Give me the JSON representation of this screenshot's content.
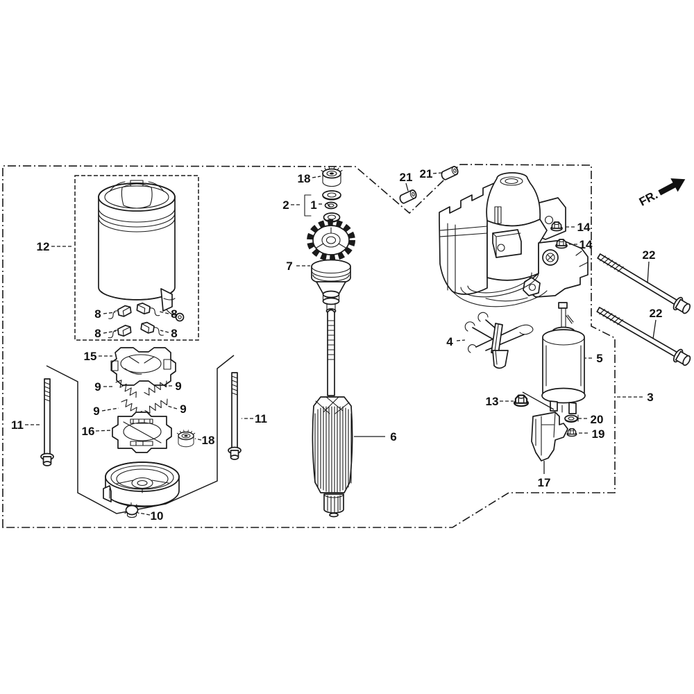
{
  "colors": {
    "ink": "#1a1a1a",
    "background": "#ffffff"
  },
  "orientation": {
    "front_marker": "FR."
  },
  "labels": {
    "n1": "1",
    "n2": "2",
    "n3": "3",
    "n4": "4",
    "n5": "5",
    "n6": "6",
    "n7": "7",
    "n8": "8",
    "n9": "9",
    "n10": "10",
    "n11": "11",
    "n12": "12",
    "n13": "13",
    "n14": "14",
    "n15": "15",
    "n16": "16",
    "n17": "17",
    "n18": "18",
    "n19": "19",
    "n20": "20",
    "n21": "21",
    "n22": "22"
  }
}
